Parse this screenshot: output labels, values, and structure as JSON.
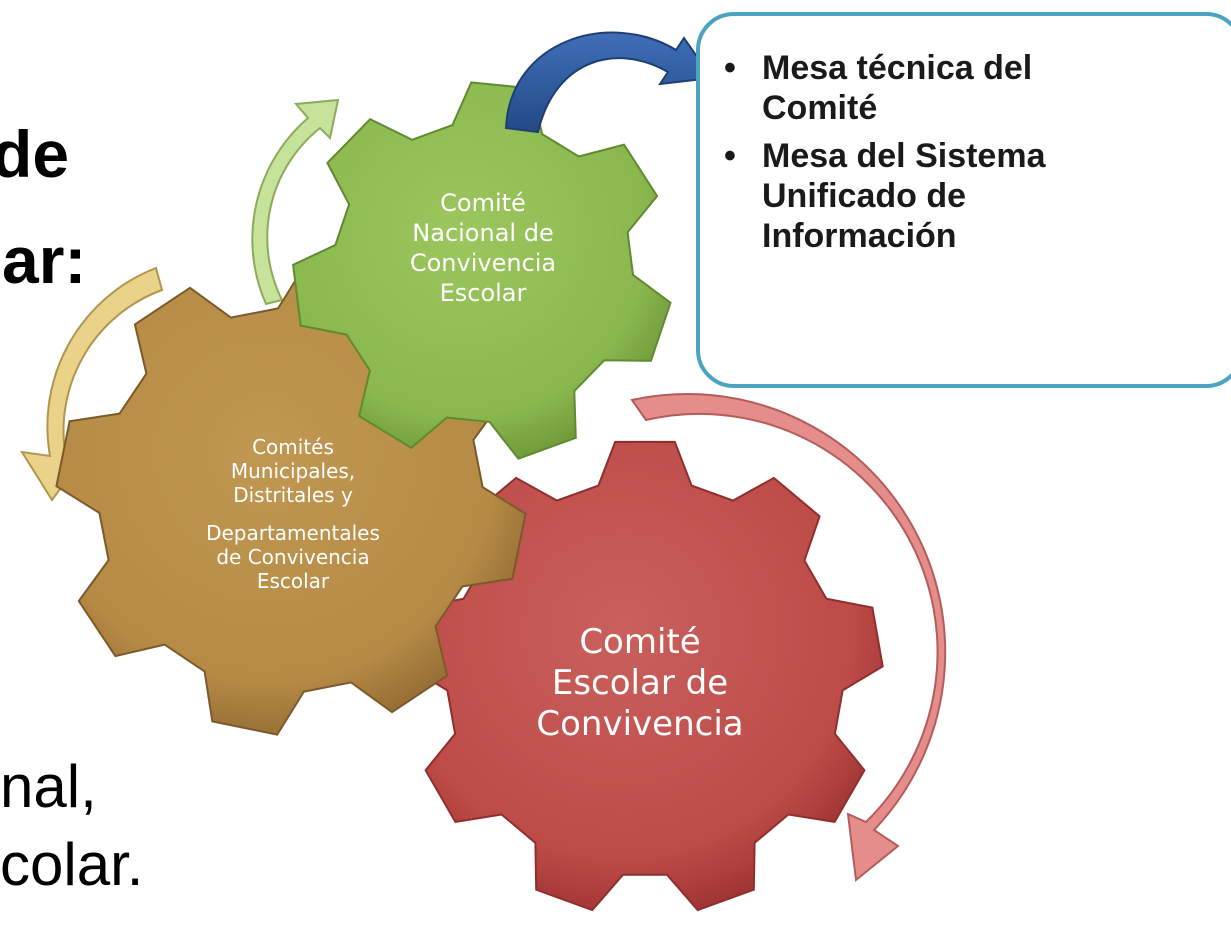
{
  "background_text": {
    "frag_de": "de",
    "frag_ar": "ar:",
    "frag_nal": "nal,",
    "frag_colar": "colar."
  },
  "gears": {
    "green": {
      "label_lines": [
        "Comité",
        "Nacional de",
        "Convivencia",
        "Escolar"
      ],
      "color": "#8fbc55"
    },
    "tan": {
      "label_lines_a": [
        "Comités",
        "Municipales,",
        "Distritales y"
      ],
      "label_lines_b": [
        "Departamentales",
        "de Convivencia",
        "Escolar"
      ],
      "color": "#b9904e"
    },
    "red": {
      "label_lines": [
        "Comité",
        "Escolar de",
        "Convivencia"
      ],
      "color": "#c0504d"
    }
  },
  "info_box": {
    "bullet": "•",
    "items": [
      {
        "lines": [
          "Mesa técnica del",
          "Comité"
        ]
      },
      {
        "lines": [
          "Mesa del Sistema",
          "Unificado de",
          "Información"
        ]
      }
    ],
    "border_color": "#4aa3bf"
  },
  "arrows": {
    "blue_color": "#2e5a9c",
    "green_color": "#a6cf6a",
    "tan_color": "#d9b85a",
    "red_color": "#d9625e"
  }
}
